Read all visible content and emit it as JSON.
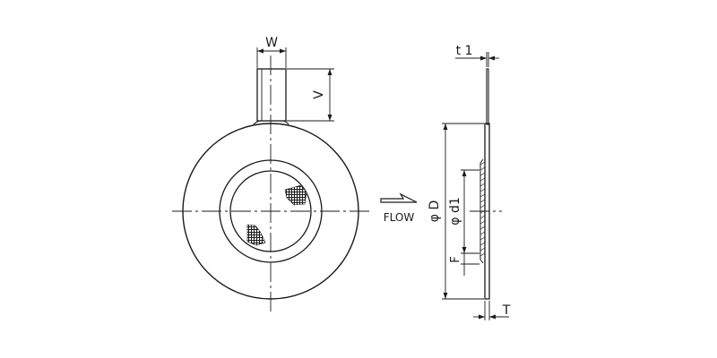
{
  "front_view": {
    "dim_tab_width": "W",
    "dim_tab_height": "V"
  },
  "flow": {
    "label": "FLOW"
  },
  "side_view": {
    "dim_thickness_t1": "t 1",
    "dim_outer_dia": "φ D",
    "dim_screen_dia": "φ d1",
    "dim_f": "F",
    "dim_thickness_t": "T"
  },
  "colors": {
    "line": "#1a1a1a",
    "background": "#ffffff"
  }
}
